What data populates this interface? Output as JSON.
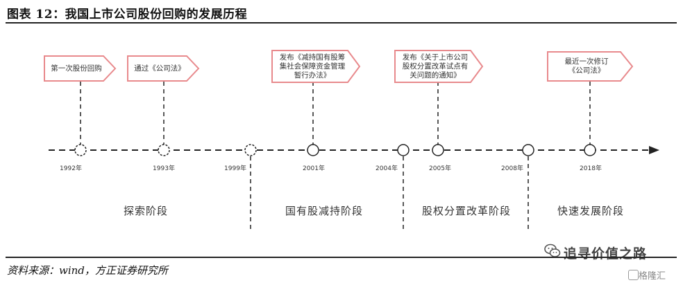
{
  "header": {
    "title": "图表 12：我国上市公司股份回购的发展历程"
  },
  "timeline": {
    "events": [
      {
        "year": "1992年",
        "label": "第一次股份回购"
      },
      {
        "year": "1993年",
        "label": "通过《公司法》"
      },
      {
        "year": "1999年",
        "label": ""
      },
      {
        "year": "2001年",
        "label": "发布《减持国有股筹集社会保障资金管理暂行办法》"
      },
      {
        "year": "2004年",
        "label": ""
      },
      {
        "year": "2005年",
        "label": "发布《关于上市公司股权分置改革试点有关问题的通知》"
      },
      {
        "year": "2008年",
        "label": ""
      },
      {
        "year": "2018年",
        "label": "最近一次修订《公司法》"
      }
    ],
    "box_lines": {
      "b1": [
        "第一次股份回购"
      ],
      "b2": [
        "通过《公司法》"
      ],
      "b4": [
        "发布《减持国有股筹",
        "集社会保障资金管理",
        "暂行办法》"
      ],
      "b6": [
        "发布《关于上市公司",
        "股权分置改革试点有",
        "关问题的通知》"
      ],
      "b8": [
        "最近一次修订",
        "《公司法》"
      ]
    },
    "stages": [
      "探索阶段",
      "国有股减持阶段",
      "股权分置改革阶段",
      "快速发展阶段"
    ],
    "colors": {
      "box_border": "#e8898c",
      "axis": "#222222",
      "dash": "#222222"
    }
  },
  "footer": {
    "source": "资料来源：wind，方正证券研究所"
  },
  "watermark": {
    "text": "追寻价值之路",
    "sub": "格隆汇",
    "icon": "wechat-icon"
  }
}
